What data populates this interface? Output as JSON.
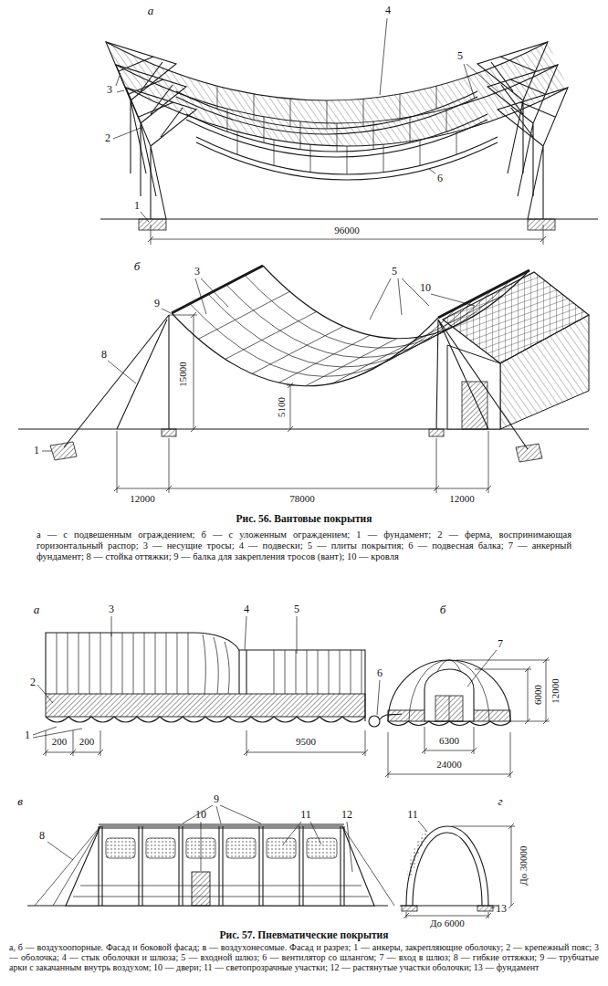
{
  "diagram": {
    "labels": [
      "а",
      "4",
      "3",
      "5",
      "2",
      "6",
      "1",
      "96000",
      "б",
      "3",
      "5",
      "10",
      "9",
      "8",
      "15000",
      "5100",
      "1",
      "12000",
      "78000",
      "12000",
      "Рис. 56. Вантовые покрытия",
      "а — с подвешенным ограждением; б — с уложенным ограждением; 1 — фундамент; 2 — ферма, воспринимающая горизонтальный распор; 3 — несущие тросы; 4 — подвески; 5 — плиты покрытия; 6 — подвесная балка; 7 — анкерный фундамент; 8 — стойка оттяжки; 9 — балка для закрепления тросов (вант); 10 — кровля",
      "а",
      "3",
      "4",
      "5",
      "2",
      "1",
      "200",
      "200",
      "9500",
      "б",
      "6",
      "7",
      "6300",
      "24000",
      "6000",
      "12000",
      "в",
      "9",
      "8",
      "10",
      "11",
      "12",
      "г",
      "11",
      "13",
      "До 30000",
      "До 6000",
      "Рис. 57. Пневматические покрытия",
      "а, б — воздухоопорные. Фасад и боковой фасад; в — воздухонесомые. Фасад и разрез; 1 — анкеры, закрепляющие оболочку; 2 — крепежный пояс; 3 — оболочка; 4 — стык оболочки и шлюза; 5 — входной шлюз; 6 — вентилятор со шлангом; 7 — вход в шлюз; 8 — гибкие оттяжки; 9 — трубчатые арки с закачанным внутрь воздухом; 10 — двери; 11 — светопрозрачные участки; 12 — растянутые участки оболочки; 13 — фундамент"
    ]
  }
}
